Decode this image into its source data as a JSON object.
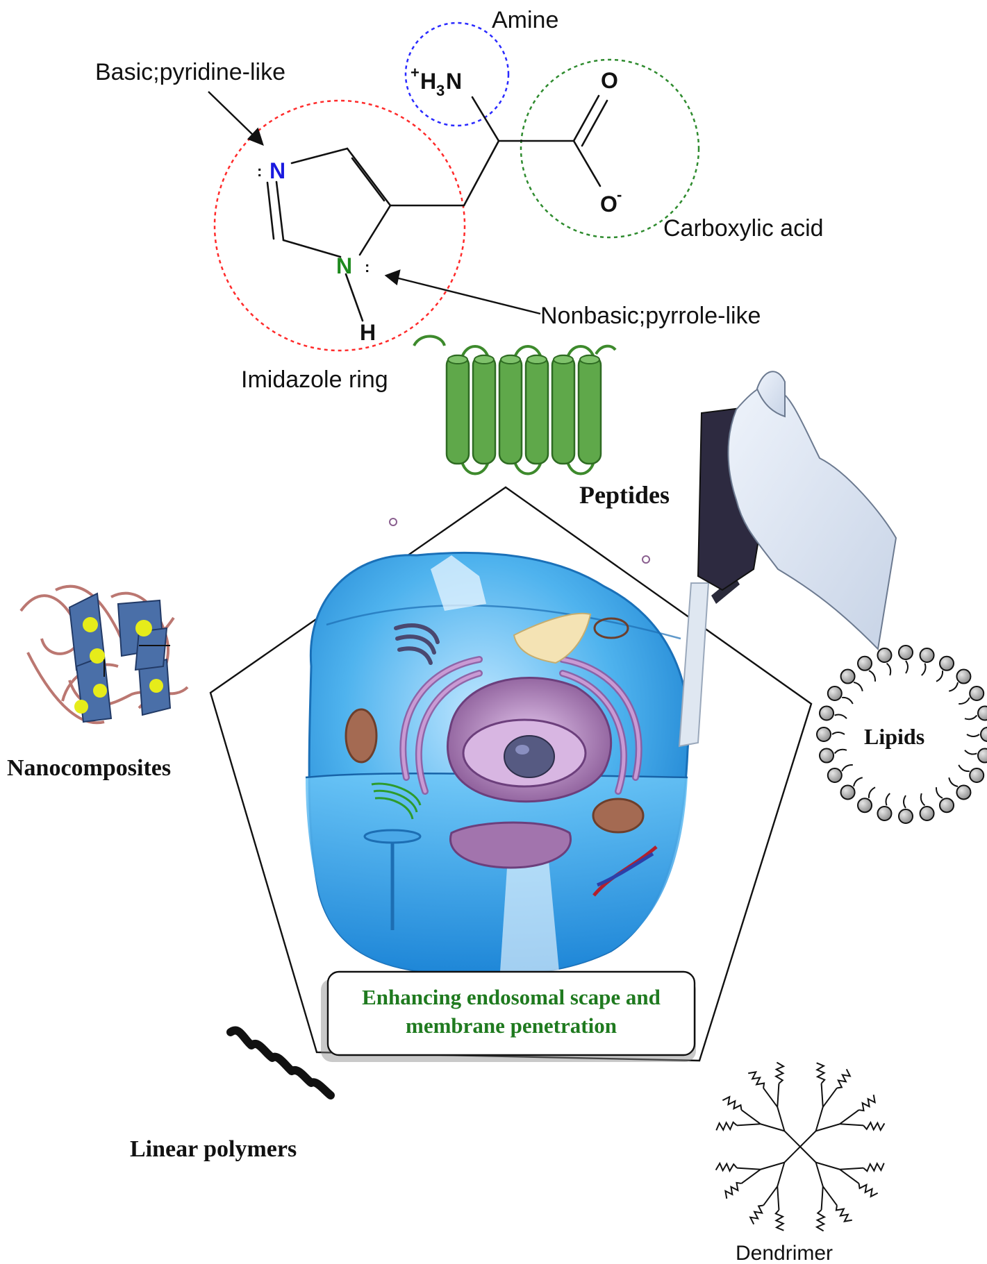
{
  "molecule": {
    "amine_label": "Amine",
    "basic_label": "Basic;pyridine-like",
    "carboxylic_label": "Carboxylic acid",
    "nonbasic_label": "Nonbasic;pyrrole-like",
    "imidazole_label": "Imidazole ring",
    "atom_h3n_plus": "+",
    "atom_h3n_h": "H",
    "atom_h3n_3": "3",
    "atom_h3n_n": "N",
    "atom_o_top": "O",
    "atom_o_bottom": "O",
    "atom_o_minus": "-",
    "atom_n_top": "N",
    "atom_n_bottom": "N",
    "atom_h_bottom": "H",
    "lone_pair": ":",
    "colors": {
      "amine_circle": "#2a2aff",
      "carboxylic_circle": "#2e8b2e",
      "imidazole_circle": "#ff2a2a",
      "n_top": "#1a1adf",
      "n_bottom": "#1e8a1e"
    }
  },
  "components": {
    "peptides": "Peptides",
    "lipids": "Lipids",
    "nanocomposites": "Nanocomposites",
    "linear_polymers": "Linear polymers",
    "dendrimer": "Dendrimer"
  },
  "center_box": {
    "line1": "Enhancing endosomal scape and",
    "line2": "membrane penetration",
    "color": "#1f7a1f"
  },
  "icons": [
    "peptide-helix-icon",
    "pipette-hand-icon",
    "liposome-icon",
    "nanocomposite-icon",
    "polymer-chain-icon",
    "dendrimer-icon",
    "cell-icon"
  ]
}
